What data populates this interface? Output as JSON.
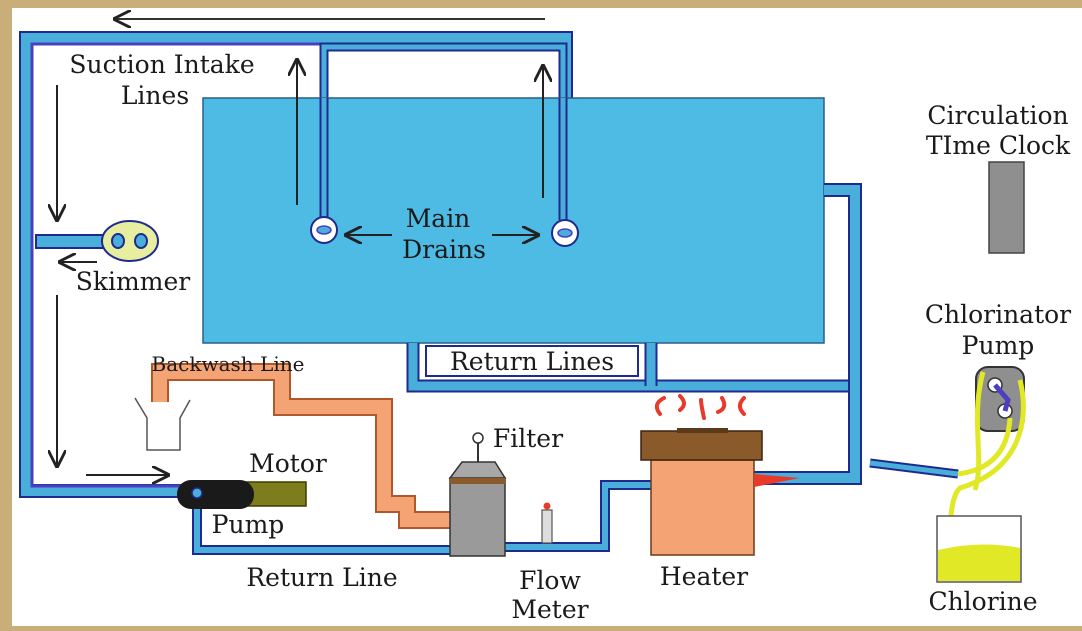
{
  "diagram": {
    "labels": {
      "suction_intake_line1": "Suction Intake",
      "suction_intake_line2": "Lines",
      "main_drains_line1": "Main",
      "main_drains_line2": "Drains",
      "skimmer": "Skimmer",
      "return_lines": "Return Lines",
      "backwash_line": "Backwash Line",
      "filter": "Filter",
      "motor": "Motor",
      "pump": "Pump",
      "return_line": "Return Line",
      "flow_meter_line1": "Flow",
      "flow_meter_line2": "Meter",
      "heater": "Heater",
      "circulation_line1": "Circulation",
      "circulation_line2": "TIme Clock",
      "chlorinator_line1": "Chlorinator",
      "chlorinator_line2": "Pump",
      "chlorine": "Chlorine"
    },
    "colors": {
      "background": "#c9ae7a",
      "canvas": "#ffffff",
      "pool_water": "#4dbbe4",
      "pipe_blue": "#4aaedb",
      "pipe_purple": "#4b3fbf",
      "backwash_orange": "#f4a374",
      "heater_orange": "#f4a374",
      "heater_top": "#8b5a2b",
      "flame_red": "#e83a2a",
      "motor_olive": "#7d7d1e",
      "pump_black": "#1a1a1a",
      "filter_gray": "#9a9a9a",
      "chlorine_yellow": "#e1e826",
      "clock_gray": "#8f8f8f"
    }
  }
}
